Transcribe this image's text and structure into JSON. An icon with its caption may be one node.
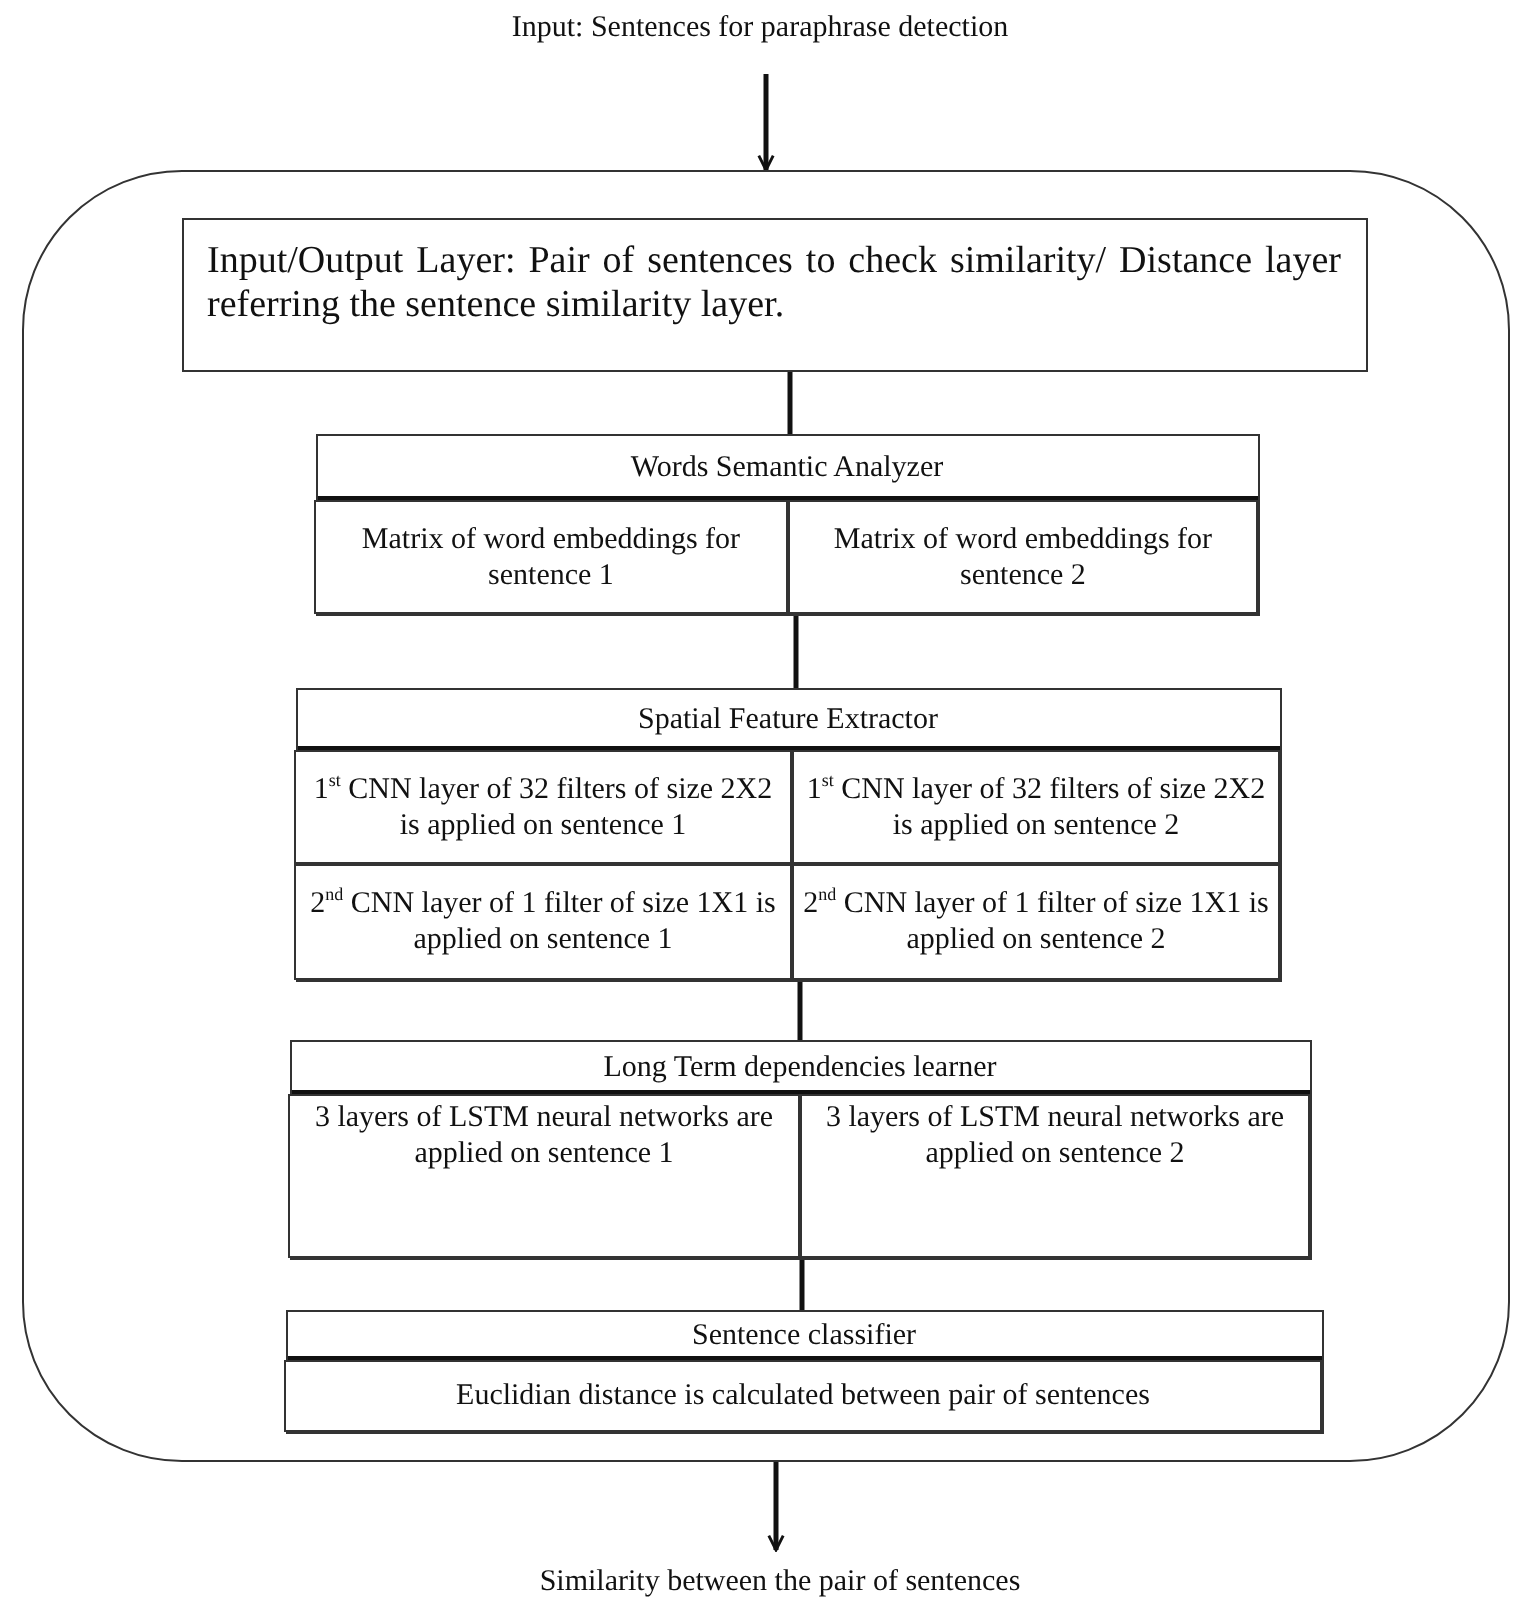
{
  "diagram": {
    "nodes": [
      {
        "text": [
          "Input: Sentences for paraphrase detection"
        ]
      },
      {
        "text": [],
        "shape": "box"
      },
      {
        "text": [
          "Input/Output Layer:  Pair of sentences to check similarity/ Distance layer referring the sentence similarity layer."
        ],
        "in": 1
      },
      {
        "text": [
          "Words Semantic Analyzer"
        ],
        "in": 1
      },
      {
        "text": [
          "Matrix of word embeddings for sentence 1"
        ],
        "in": 3
      },
      {
        "text": [
          "Matrix of word embeddings for sentence 2"
        ],
        "in": 3
      },
      {
        "text": [
          "Spatial Feature Extractor"
        ],
        "in": 1
      },
      {
        "text": [
          "1$^{st}$ CNN layer of 32 filters of size 2X2 is applied on sentence 1"
        ],
        "in": 6
      },
      {
        "text": [
          "1$^{st}$ CNN layer of 32 filters of size 2X2 is applied on sentence 2"
        ],
        "in": 6
      },
      {
        "text": [
          "2$^{nd}$ CNN layer of 1 filter of size 1X1 is applied on sentence 1"
        ],
        "in": 6
      },
      {
        "text": [
          "2$^{nd}$ CNN layer of 1 filter of size 1X1 is applied on sentence 2"
        ],
        "in": 6
      },
      {
        "text": [
          "Long Term dependencies learner"
        ],
        "in": 1
      },
      {
        "text": [
          "3 layers of LSTM neural networks are applied on sentence 1"
        ],
        "in": 11
      },
      {
        "text": [
          "3 layers of LSTM neural networks are applied on sentence 2"
        ],
        "in": 11
      },
      {
        "text": [
          "Sentence classifier"
        ],
        "in": 1
      },
      {
        "text": [
          "Euclidian distance is calculated between pair of sentences"
        ],
        "in": 14
      },
      {
        "text": [
          "Similarity between the pair of sentences"
        ]
      }
    ],
    "edges": [
      {
        "from": 0,
        "to": 1,
        "arrow": "to"
      },
      {
        "from": 2,
        "to": 3,
        "arrow": "none"
      },
      {
        "from": 3,
        "to": 6,
        "arrow": "none"
      },
      {
        "from": 6,
        "to": 11,
        "arrow": "none"
      },
      {
        "from": 11,
        "to": 14,
        "arrow": "none"
      },
      {
        "from": 1,
        "to": 16,
        "arrow": "to"
      }
    ]
  }
}
